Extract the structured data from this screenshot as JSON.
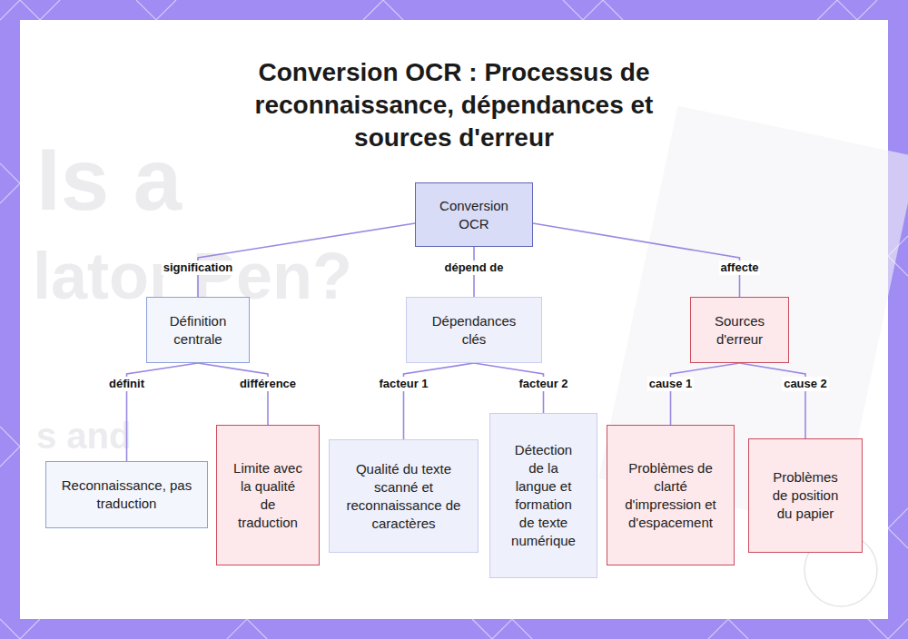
{
  "diagram": {
    "title": "Conversion OCR : Processus de reconnaissance, dépendances et sources d'erreur",
    "nodes": [
      {
        "text": [
          "Conversion OCR"
        ]
      },
      {
        "text": [
          "Définition centrale"
        ]
      },
      {
        "text": [
          "Dépendances clés"
        ]
      },
      {
        "text": [
          "Sources d'erreur"
        ]
      },
      {
        "text": [
          "Reconnaissance, pas traduction"
        ]
      },
      {
        "text": [
          "Limite avec la qualité de traduction"
        ]
      },
      {
        "text": [
          "Qualité du texte scanné et reconnaissance de caractères"
        ]
      },
      {
        "text": [
          "Détection de la langue et formation de texte numérique"
        ]
      },
      {
        "text": [
          "Problèmes de clarté d'impression et d'espacement"
        ]
      },
      {
        "text": [
          "Problèmes de position du papier"
        ]
      }
    ],
    "edges": [
      {
        "from": 0,
        "to": 1,
        "label": "signification",
        "arrow": "none"
      },
      {
        "from": 0,
        "to": 2,
        "label": "dépend de",
        "arrow": "none"
      },
      {
        "from": 0,
        "to": 3,
        "label": "affecte",
        "arrow": "none"
      },
      {
        "from": 1,
        "to": 4,
        "label": "définit",
        "arrow": "none"
      },
      {
        "from": 1,
        "to": 5,
        "label": "différence",
        "arrow": "none"
      },
      {
        "from": 2,
        "to": 6,
        "label": "facteur 1",
        "arrow": "none"
      },
      {
        "from": 2,
        "to": 7,
        "label": "facteur 2",
        "arrow": "none"
      },
      {
        "from": 3,
        "to": 8,
        "label": "cause 1",
        "arrow": "none"
      },
      {
        "from": 3,
        "to": 9,
        "label": "cause 2",
        "arrow": "none"
      }
    ],
    "labels": [
      "Is a",
      "lator Pen?",
      "s and"
    ]
  }
}
